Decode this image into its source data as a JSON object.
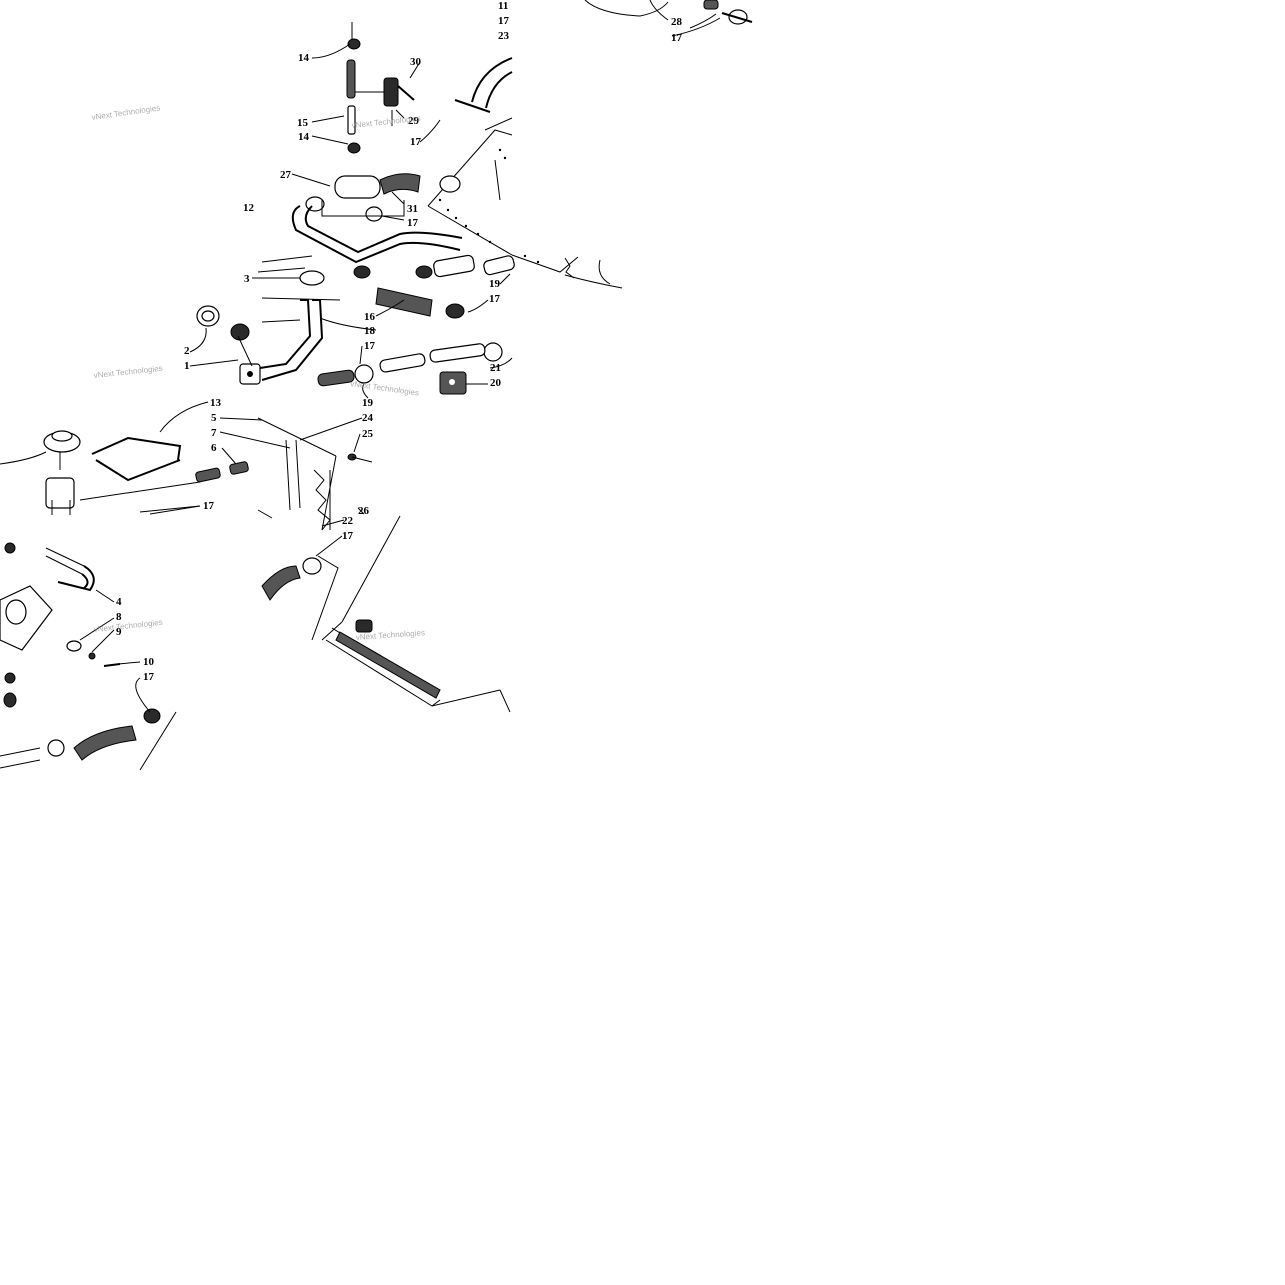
{
  "diagram": {
    "callouts": {
      "c11": "11",
      "c17a": "17",
      "c23": "23",
      "c28": "28",
      "c17b": "17",
      "c14a": "14",
      "c30": "30",
      "c15": "15",
      "c29": "29",
      "c14b": "14",
      "c17c": "17",
      "c27": "27",
      "c31": "31",
      "c17d": "17",
      "c12": "12",
      "c3": "3",
      "c19a": "19",
      "c17e": "17",
      "c16": "16",
      "c18": "18",
      "c2": "2",
      "c1": "1",
      "c17f": "17",
      "c21": "21",
      "c20": "20",
      "c19b": "19",
      "c13": "13",
      "c5": "5",
      "c24": "24",
      "c7": "7",
      "c25": "25",
      "c6": "6",
      "c17g": "17",
      "c26": "26",
      "c22": "22",
      "c17h": "17",
      "c4": "4",
      "c8": "8",
      "c9": "9",
      "c10": "10",
      "c17i": "17"
    },
    "watermarks": [
      "vNext Technologies",
      "vNext Technologies",
      "vNext Technologies",
      "vNext Technologies",
      "vNext Technologies",
      "vNext Technologies"
    ]
  }
}
